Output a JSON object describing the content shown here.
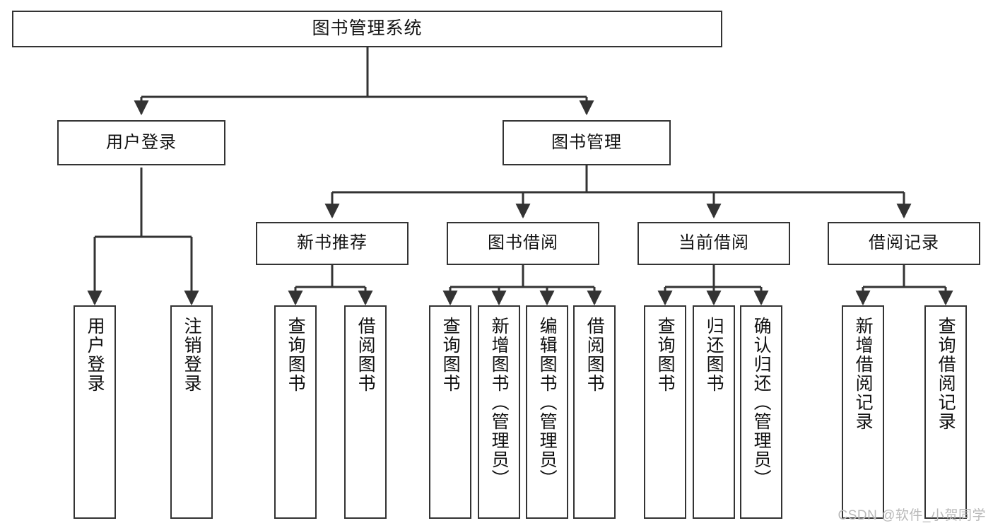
{
  "diagram": {
    "type": "tree",
    "title": "图书管理系统",
    "watermark": "CSDN @软件_小贺同学",
    "colors": {
      "box_border": "#333333",
      "box_fill": "#ffffff",
      "connector": "#333333",
      "text": "#111111",
      "watermark": "#b9b9b9"
    },
    "nodes": {
      "root": {
        "label": "图书管理系统",
        "level": 1
      },
      "l2": [
        {
          "id": "user-login",
          "label": "用户登录"
        },
        {
          "id": "book-manage",
          "label": "图书管理"
        }
      ],
      "l3": [
        {
          "id": "new-book-recommend",
          "label": "新书推荐"
        },
        {
          "id": "book-borrow",
          "label": "图书借阅"
        },
        {
          "id": "current-borrow",
          "label": "当前借阅"
        },
        {
          "id": "borrow-record",
          "label": "借阅记录"
        }
      ],
      "leaves": {
        "user-login": [
          {
            "id": "leaf-user-login",
            "label": "用户登录"
          },
          {
            "id": "leaf-logout-login",
            "label": "注销登录"
          }
        ],
        "new-book-recommend": [
          {
            "id": "leaf-query-book-1",
            "label": "查询图书"
          },
          {
            "id": "leaf-borrow-book-1",
            "label": "借阅图书"
          }
        ],
        "book-borrow": [
          {
            "id": "leaf-query-book-2",
            "label": "查询图书"
          },
          {
            "id": "leaf-add-book",
            "label": "新增图书（管理员）"
          },
          {
            "id": "leaf-edit-book",
            "label": "编辑图书（管理员）"
          },
          {
            "id": "leaf-borrow-book-2",
            "label": "借阅图书"
          }
        ],
        "current-borrow": [
          {
            "id": "leaf-query-book-3",
            "label": "查询图书"
          },
          {
            "id": "leaf-return-book",
            "label": "归还图书"
          },
          {
            "id": "leaf-confirm-return",
            "label": "确认归还（管理员）"
          }
        ],
        "borrow-record": [
          {
            "id": "leaf-add-record",
            "label": "新增借阅记录"
          },
          {
            "id": "leaf-query-record",
            "label": "查询借阅记录"
          }
        ]
      }
    }
  }
}
